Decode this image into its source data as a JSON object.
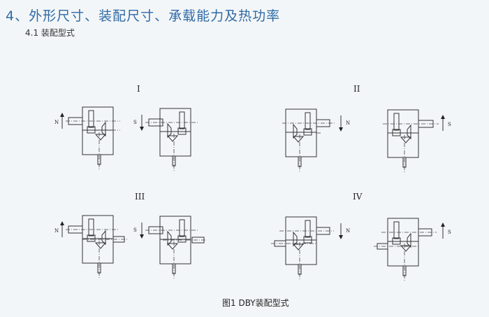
{
  "header": {
    "title": "4、外形尺寸、装配尺寸、承载能力及热功率",
    "subtitle": "4.1 装配型式"
  },
  "groups": [
    {
      "label": "I",
      "left_dir": "N",
      "right_dir": "S"
    },
    {
      "label": "II",
      "left_dir": "N",
      "right_dir": "S"
    },
    {
      "label": "III",
      "left_dir": "N",
      "right_dir": "S"
    },
    {
      "label": "IV",
      "left_dir": "N",
      "right_dir": "S"
    }
  ],
  "caption": "图1 DBY装配型式"
}
